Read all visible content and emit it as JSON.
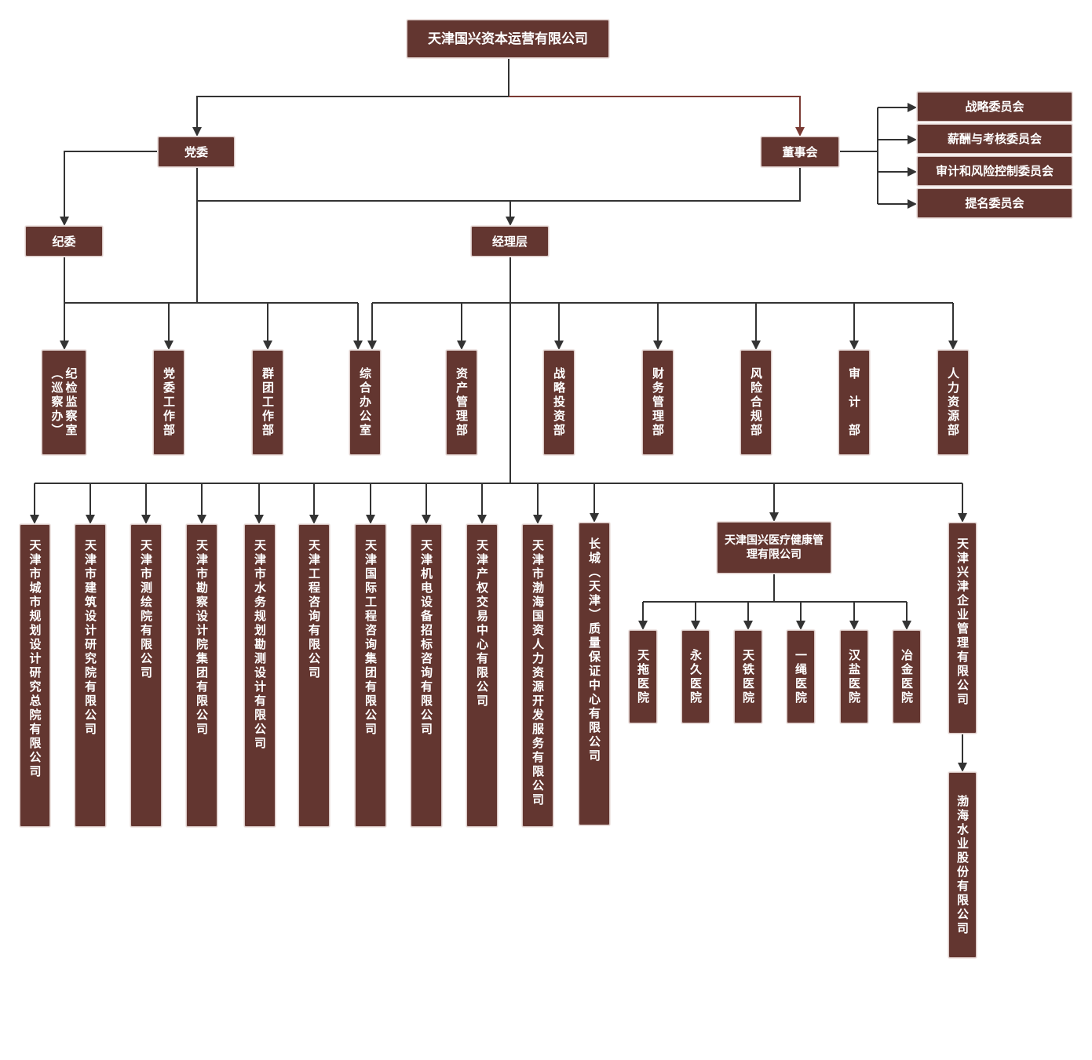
{
  "root": "天津国兴资本运营有限公司",
  "party_committee": "党委",
  "board": "董事会",
  "discipline_committee": "纪委",
  "management": "经理层",
  "board_committees": [
    "战略委员会",
    "薪酬与考核委员会",
    "审计和风险控制委员会",
    "提名委员会"
  ],
  "departments": [
    "纪检监察室（巡察办）",
    "党委工作部",
    "群团工作部",
    "综合办公室",
    "资产管理部",
    "战略投资部",
    "财务管理部",
    "风险合规部",
    "审　计　部",
    "人力资源部"
  ],
  "subsidiaries": [
    "天津市城市规划设计研究总院有限公司",
    "天津市建筑设计研究院有限公司",
    "天津市测绘院有限公司",
    "天津市勘察设计院集团有限公司",
    "天津市水务规划勘测设计有限公司",
    "天津工程咨询有限公司",
    "天津国际工程咨询集团有限公司",
    "天津机电设备招标咨询有限公司",
    "天津产权交易中心有限公司",
    "天津市渤海国资人力资源开发服务有限公司",
    "长城（天津）质量保证中心有限公司"
  ],
  "medical_company": "天津国兴医疗健康管理有限公司",
  "hospitals": [
    "天拖医院",
    "永久医院",
    "天铁医院",
    "一绳医院",
    "汉盐医院",
    "冶金医院"
  ],
  "xingjin_company": "天津兴津企业管理有限公司",
  "bohai_company": "渤海水业股份有限公司",
  "colors": {
    "node": "#633630",
    "line": "#333333",
    "accent_line": "#7a3a33"
  }
}
